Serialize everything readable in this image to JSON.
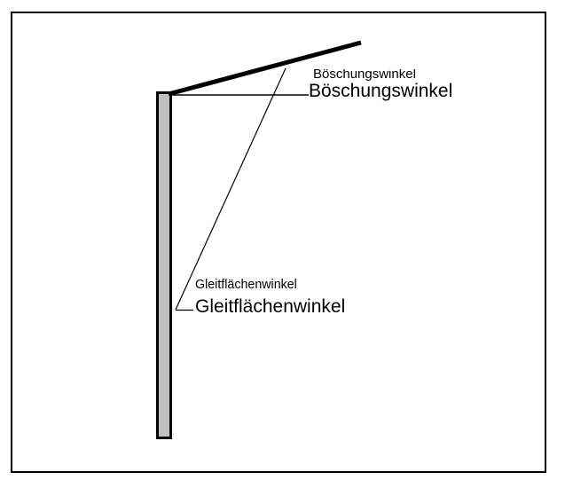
{
  "diagram": {
    "labels": {
      "boeschungswinkel_small": "Böschungswinkel",
      "boeschungswinkel_large": "Böschungswinkel",
      "gleitflaechenwinkel_small": "Gleitflächenwinkel",
      "gleitflaechenwinkel_large": "Gleitflächenwinkel"
    },
    "colors": {
      "background": "#ffffff",
      "frame_border": "#000000",
      "wall_fill": "#c0c0c0",
      "wall_border": "#000000",
      "line_color": "#000000"
    }
  }
}
